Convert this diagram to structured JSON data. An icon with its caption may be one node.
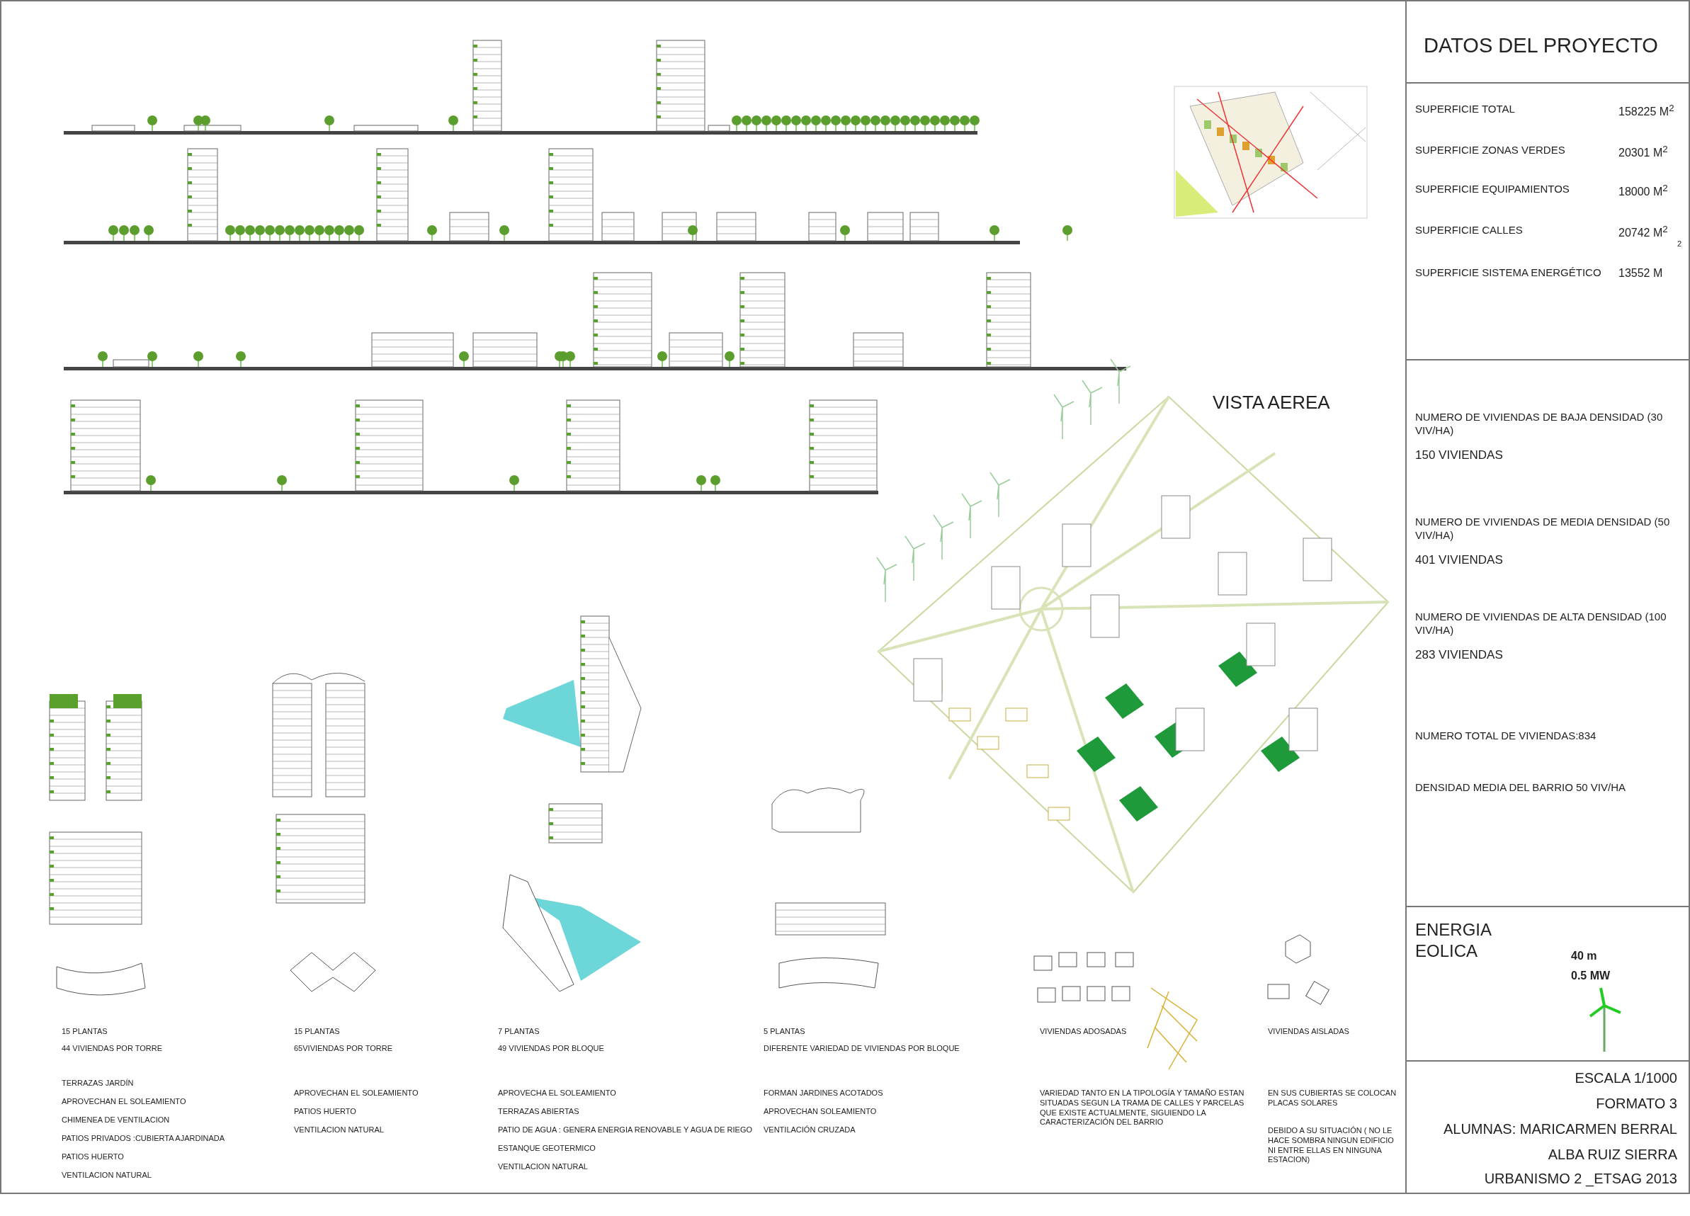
{
  "diagram": {
    "title": "DATOS DEL PROYECTO",
    "labels": [
      "SUPERFICIE TOTAL",
      "158225 M$^{2}$",
      "SUPERFICIE ZONAS VERDES",
      "20301 M$^{2}$",
      "SUPERFICIE EQUIPAMIENTOS",
      "18000 M$^{2}$",
      "SUPERFICIE CALLES",
      "20742 M$^{2}$",
      "2",
      "SUPERFICIE SISTEMA ENERGÉTICO",
      "13552 M",
      "VISTA AEREA",
      "NUMERO DE VIVIENDAS DE BAJA DENSIDAD (30 VIV/HA)",
      "150 VIVIENDAS",
      "NUMERO DE VIVIENDAS DE MEDIA DENSIDAD (50 VIV/HA)",
      "401 VIVIENDAS",
      "NUMERO DE VIVIENDAS DE ALTA DENSIDAD (100 VIV/HA)",
      "283 VIVIENDAS",
      "NUMERO TOTAL DE VIVIENDAS:834",
      "DENSIDAD MEDIA DEL BARRIO 50 VIV/HA",
      "15 PLANTAS",
      "44 VIVIENDAS POR TORRE",
      "TERRAZAS JARDÍN",
      "APROVECHAN EL SOLEAMIENTO",
      "CHIMENEA DE VENTILACION",
      "PATIOS PRIVADOS :CUBIERTA AJARDINADA",
      "PATIOS HUERTO",
      "VENTILACION NATURAL",
      "15 PLANTAS",
      "65VIVIENDAS POR TORRE",
      "APROVECHAN EL SOLEAMIENTO",
      "PATIOS HUERTO",
      "VENTILACION NATURAL",
      "7 PLANTAS",
      "49 VIVIENDAS POR BLOQUE",
      "APROVECHA EL SOLEAMIENTO",
      "TERRAZAS ABIERTAS",
      "PATIO DE AGUA : GENERA ENERGIA RENOVABLE Y AGUA DE RIEGO",
      "ESTANQUE GEOTERMICO",
      "VENTILACION NATURAL",
      "5 PLANTAS",
      "DIFERENTE VARIEDAD DE VIVIENDAS POR BLOQUE",
      "FORMAN JARDINES ACOTADOS",
      "APROVECHAN SOLEAMIENTO",
      "VENTILACIÓN CRUZADA",
      "VIVIENDAS ADOSADAS",
      "VARIEDAD TANTO EN LA TIPOLOGÍA Y TAMAÑO ESTAN SITUADAS SEGUN LA TRAMA DE CALLES Y PARCELAS QUE EXISTE ACTUALMENTE, SIGUIENDO LA CARACTERIZACIÓN DEL BARRIO",
      "VIVIENDAS AISLADAS",
      "EN SUS CUBIERTAS SE COLOCAN PLACAS SOLARES",
      "DEBIDO A SU SITUACIÓN ( NO LE HACE SOMBRA NINGUN EDIFICIO NI ENTRE ELLAS EN NINGUNA ESTACION)",
      "ENERGIA EOLICA",
      "40 m",
      "0.5 MW",
      "ESCALA 1/1000",
      "FORMATO 3",
      "ALUMNAS: MARICARMEN BERRAL",
      "ALBA RUIZ SIERRA",
      "URBANISMO 2 _ETSAG 2013"
    ]
  }
}
